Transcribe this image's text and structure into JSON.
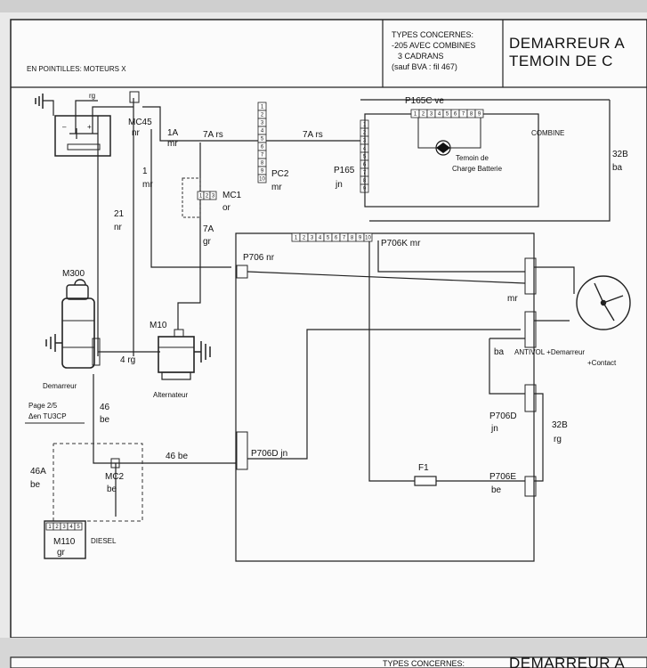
{
  "header": {
    "left_note": "EN POINTILLES: MOTEURS X",
    "types": [
      "TYPES CONCERNES:",
      "-205 AVEC COMBINES",
      "3 CADRANS",
      "(sauf BVA : fil 467)"
    ],
    "title_line1": "DEMARREUR  A",
    "title_line2": "TEMOIN  DE  C"
  },
  "footer": {
    "types_title": "TYPES CONCERNES:",
    "title": "DEMARREUR  A"
  },
  "components": {
    "mc45": "MC45",
    "mc45_color": "nr",
    "mc1": "MC1",
    "mc1_color": "or",
    "pc2": "PC2",
    "pc2_color": "mr",
    "p165": "P165",
    "p165_color": "jn",
    "p165c": "P165C ve",
    "combine": "COMBINE",
    "temoin_l1": "Temoin de",
    "temoin_l2": "Charge Batterie",
    "m300": "M300",
    "demarreur": "Demarreur",
    "m10": "M10",
    "alternateur": "Alternateur",
    "p706": "P706 nr",
    "p706k": "P706K mr",
    "p706d_jn": "P706D jn",
    "p706d": "P706D",
    "p706d_color": "jn",
    "p706e": "P706E",
    "p706e_color": "be",
    "f1": "F1",
    "antivol_l1": "ANTIVOL +Demarreur",
    "antivol_l2": "+Contact",
    "mc2": "MC2",
    "mc2_color": "be",
    "m110": "M110",
    "m110_color": "gr",
    "diesel": "DIESEL",
    "page_ref_l1": "Page 2/5",
    "page_ref_l2": "Δen TU3CP"
  },
  "wires": {
    "rg": "rg",
    "w1a": "1A",
    "w1a_color": "mr",
    "w7a_rs_1": "7A rs",
    "w7a_rs_2": "7A rs",
    "w1": "1",
    "w1_color": "mr",
    "w21": "21",
    "w21_color": "nr",
    "w7a": "7A",
    "w7a_color": "gr",
    "w4rg": "4 rg",
    "w46": "46",
    "w46_color": "be",
    "w46be": "46 be",
    "w46a": "46A",
    "w46a_color": "be",
    "w32b_top": "32B",
    "w32b_top_color": "ba",
    "mr_antivol": "mr",
    "ba_antivol": "ba",
    "w32b": "32B",
    "w32b_color": "rg"
  },
  "connectors": {
    "p165c_pins": [
      "1",
      "2",
      "3",
      "4",
      "5",
      "6",
      "7",
      "8",
      "9"
    ],
    "pc2_pins": [
      "1",
      "2",
      "3",
      "4",
      "5",
      "6",
      "7",
      "8",
      "9",
      "10"
    ],
    "p706k_pins": [
      "1",
      "2",
      "3",
      "4",
      "5",
      "6",
      "7",
      "8",
      "9",
      "10"
    ],
    "mc1_pins": [
      "1",
      "2",
      "3"
    ],
    "m110_pins": [
      "1",
      "2",
      "3",
      "4",
      "5"
    ]
  }
}
